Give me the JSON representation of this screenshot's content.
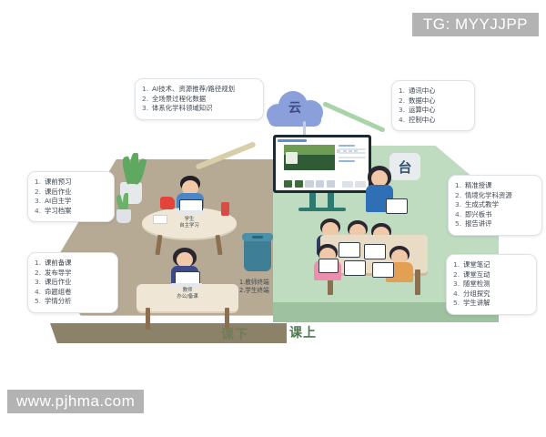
{
  "watermarks": {
    "top_right": "TG: MYYJJPP",
    "bottom_left": "www.pjhma.com"
  },
  "diagram": {
    "title_zones": {
      "offline_label": "课下",
      "online_label": "课上"
    },
    "cloud": {
      "label": "云",
      "icon": "cloud-icon"
    },
    "platform_chip": {
      "label": "台"
    },
    "callouts": {
      "cloud_capabilities": {
        "name": "cloud-capabilities",
        "items": [
          "AI技术、资源推荐/路径规划",
          "全场景过程化数据",
          "体系化学科领域知识"
        ]
      },
      "platform_centers": {
        "name": "platform-centers",
        "items": [
          "通讯中心",
          "数据中心",
          "运算中心",
          "控制中心"
        ]
      },
      "student_offline": {
        "name": "student-offline-activities",
        "items": [
          "课前预习",
          "课后作业",
          "AI自主学",
          "学习档案"
        ]
      },
      "teacher_offline": {
        "name": "teacher-offline-activities",
        "items": [
          "课前备课",
          "发布导学",
          "课后作业",
          "命题组卷",
          "学情分析"
        ]
      },
      "teaching_online": {
        "name": "teacher-online-activities",
        "items": [
          "精准授课",
          "情境化学科资源",
          "生成式教学",
          "即兴板书",
          "报告讲评"
        ]
      },
      "classroom_online": {
        "name": "student-online-activities",
        "items": [
          "课堂笔记",
          "课堂互动",
          "随堂检测",
          "分组探究",
          "学生讲解"
        ]
      }
    },
    "terminal_note": {
      "line1": "1.教师终端",
      "line2": "2.学生终端"
    },
    "table_tags": {
      "student_desk": "学生\n自主学习",
      "student_desk_line1": "学生",
      "student_desk_line2": "自主学习",
      "teacher_desk_line1": "教师",
      "teacher_desk_line2": "办公/备课"
    },
    "colors": {
      "floor_offline": "#b6aa95",
      "floor_online": "#bfdcc0",
      "cloud": "#8b9fdb",
      "board_bezel": "#1d2a33",
      "zone_label_online": "#4c7a4e",
      "zone_label_offline": "#6f7d55",
      "watermark_bg": "#b3b3b3"
    }
  }
}
